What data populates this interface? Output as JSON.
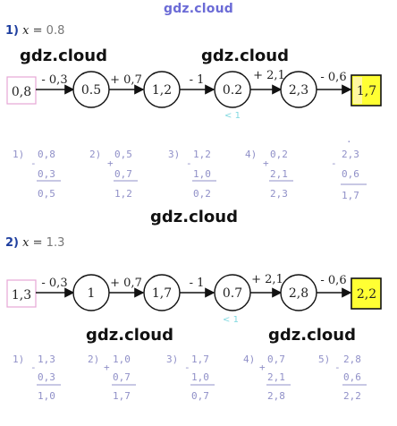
{
  "site_title": "gdz.cloud",
  "watermarks": [
    "gdz.cloud",
    "gdz.cloud",
    "gdz.cloud",
    "gdz.cloud",
    "gdz.cloud"
  ],
  "task1": {
    "number": "1)",
    "variable": "x",
    "equals": "=",
    "value": "0.8",
    "start": "0,8",
    "nodes": [
      "0.5",
      "1,2",
      "0.2",
      "2,3",
      "1,7"
    ],
    "ops": [
      "- 0,3",
      "+ 0,7",
      "- 1",
      "+ 2,1",
      "- 0,6"
    ],
    "note": "< 1",
    "calcs": [
      {
        "label": "1)",
        "sign": "-",
        "top": "0,8",
        "bottom": "0,3",
        "result": "0,5"
      },
      {
        "label": "2)",
        "sign": "+",
        "top": "0,5",
        "bottom": "0,7",
        "result": "1,2"
      },
      {
        "label": "3)",
        "sign": "-",
        "top": "1,2",
        "bottom": "1,0",
        "result": "0,2"
      },
      {
        "label": "4)",
        "sign": "+",
        "top": "0,2",
        "bottom": "2,1",
        "result": "2,3"
      },
      {
        "label": "",
        "sign": "-",
        "top": "2,3",
        "bottom": "0,6",
        "result": "1,7"
      }
    ]
  },
  "task2": {
    "number": "2)",
    "variable": "x",
    "equals": "=",
    "value": "1.3",
    "start": "1,3",
    "nodes": [
      "1",
      "1,7",
      "0.7",
      "2,8",
      "2,2"
    ],
    "ops": [
      "- 0,3",
      "+ 0,7",
      "- 1",
      "+ 2,1",
      "- 0,6"
    ],
    "note": "< 1",
    "calcs": [
      {
        "label": "1)",
        "sign": "-",
        "top": "1,3",
        "bottom": "0,3",
        "result": "1,0"
      },
      {
        "label": "2)",
        "sign": "+",
        "top": "1,0",
        "bottom": "0,7",
        "result": "1,7"
      },
      {
        "label": "3)",
        "sign": "-",
        "top": "1,7",
        "bottom": "1,0",
        "result": "0,7"
      },
      {
        "label": "4)",
        "sign": "+",
        "top": "0,7",
        "bottom": "2,1",
        "result": "2,8"
      },
      {
        "label": "5)",
        "sign": "-",
        "top": "2,8",
        "bottom": "0,6",
        "result": "2,2"
      }
    ]
  },
  "colors": {
    "title": "#6b6bd6",
    "final_box_fill": "#ffff33",
    "start_box_border": "#e7a6d6",
    "note": "#7fd8e0",
    "calc_text": "#9090c8"
  }
}
